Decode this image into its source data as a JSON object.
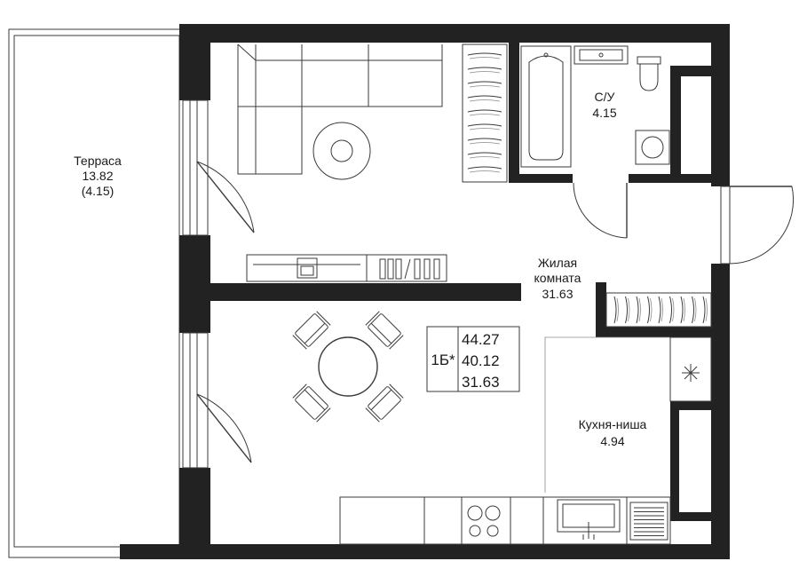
{
  "rooms": {
    "terrace": {
      "name": "Терраса",
      "area": "13.82",
      "area_reduced": "(4.15)"
    },
    "bathroom": {
      "name": "С/У",
      "area": "4.15"
    },
    "living": {
      "name_line1": "Жилая",
      "name_line2": "комната",
      "area": "31.63"
    },
    "kitchen": {
      "name": "Кухня-ниша",
      "area": "4.94"
    }
  },
  "apartment": {
    "type": "1Б*",
    "total_area": "44.27",
    "area_without_terrace": "40.12",
    "living_area": "31.63"
  },
  "colors": {
    "wall": "#222222",
    "line": "#3a3a3a",
    "background": "#ffffff"
  },
  "icons": [
    "sofa-icon",
    "rug-icon",
    "wardrobe-icon",
    "bathtub-icon",
    "washbasin-icon",
    "toilet-icon",
    "washing-machine-icon",
    "tv-stand-icon",
    "bookshelf-icon",
    "dining-table-icon",
    "chair-icon",
    "hob-icon",
    "sink-icon",
    "dishwasher-icon",
    "ventilation-icon",
    "door-icon",
    "window-icon"
  ]
}
